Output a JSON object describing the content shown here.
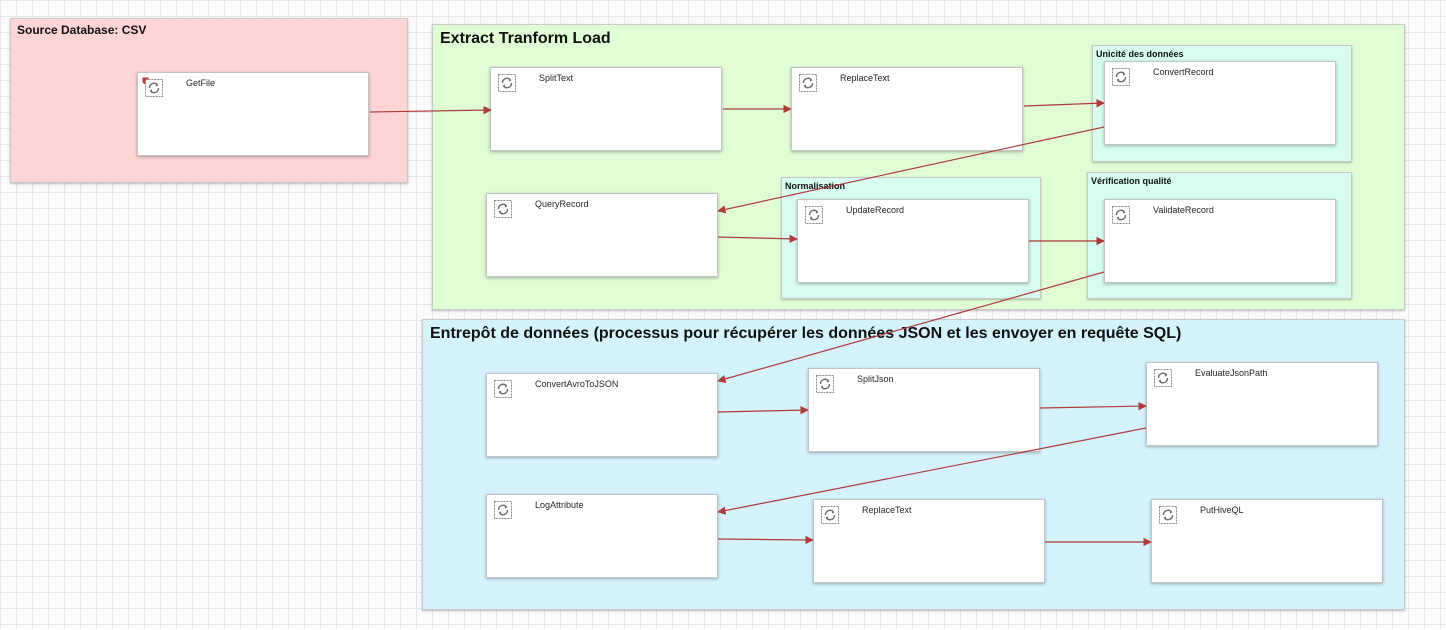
{
  "groups": {
    "source": "Source Database: CSV",
    "etl": "Extract Tranform Load",
    "unicite": "Unicité des données",
    "normalisation": "Normalisation",
    "verification": "Vérification qualité",
    "entrepot": "Entrepôt de données (processus pour récupérer les données JSON et les envoyer en requête SQL)"
  },
  "processors": {
    "getfile": "GetFile",
    "splittext": "SplitText",
    "replacetext1": "ReplaceText",
    "convertrecord": "ConvertRecord",
    "queryrecord": "QueryRecord",
    "updaterecord": "UpdateRecord",
    "validaterecord": "ValidateRecord",
    "convertavro": "ConvertAvroToJSON",
    "splitjson": "SplitJson",
    "evaluatejsonpath": "EvaluateJsonPath",
    "logattribute": "LogAttribute",
    "replacetext2": "ReplaceText",
    "puthiveql": "PutHiveQL"
  },
  "colors": {
    "connection": "#b03a3a",
    "source_bg": "#ffd4d4",
    "etl_bg": "#e0fdd6",
    "subgroup_bg": "#d6fdf0",
    "warehouse_bg": "#d4f3fc"
  },
  "icons": {
    "processor": "processor-cycle-icon",
    "warning": "warning-shield-icon"
  }
}
